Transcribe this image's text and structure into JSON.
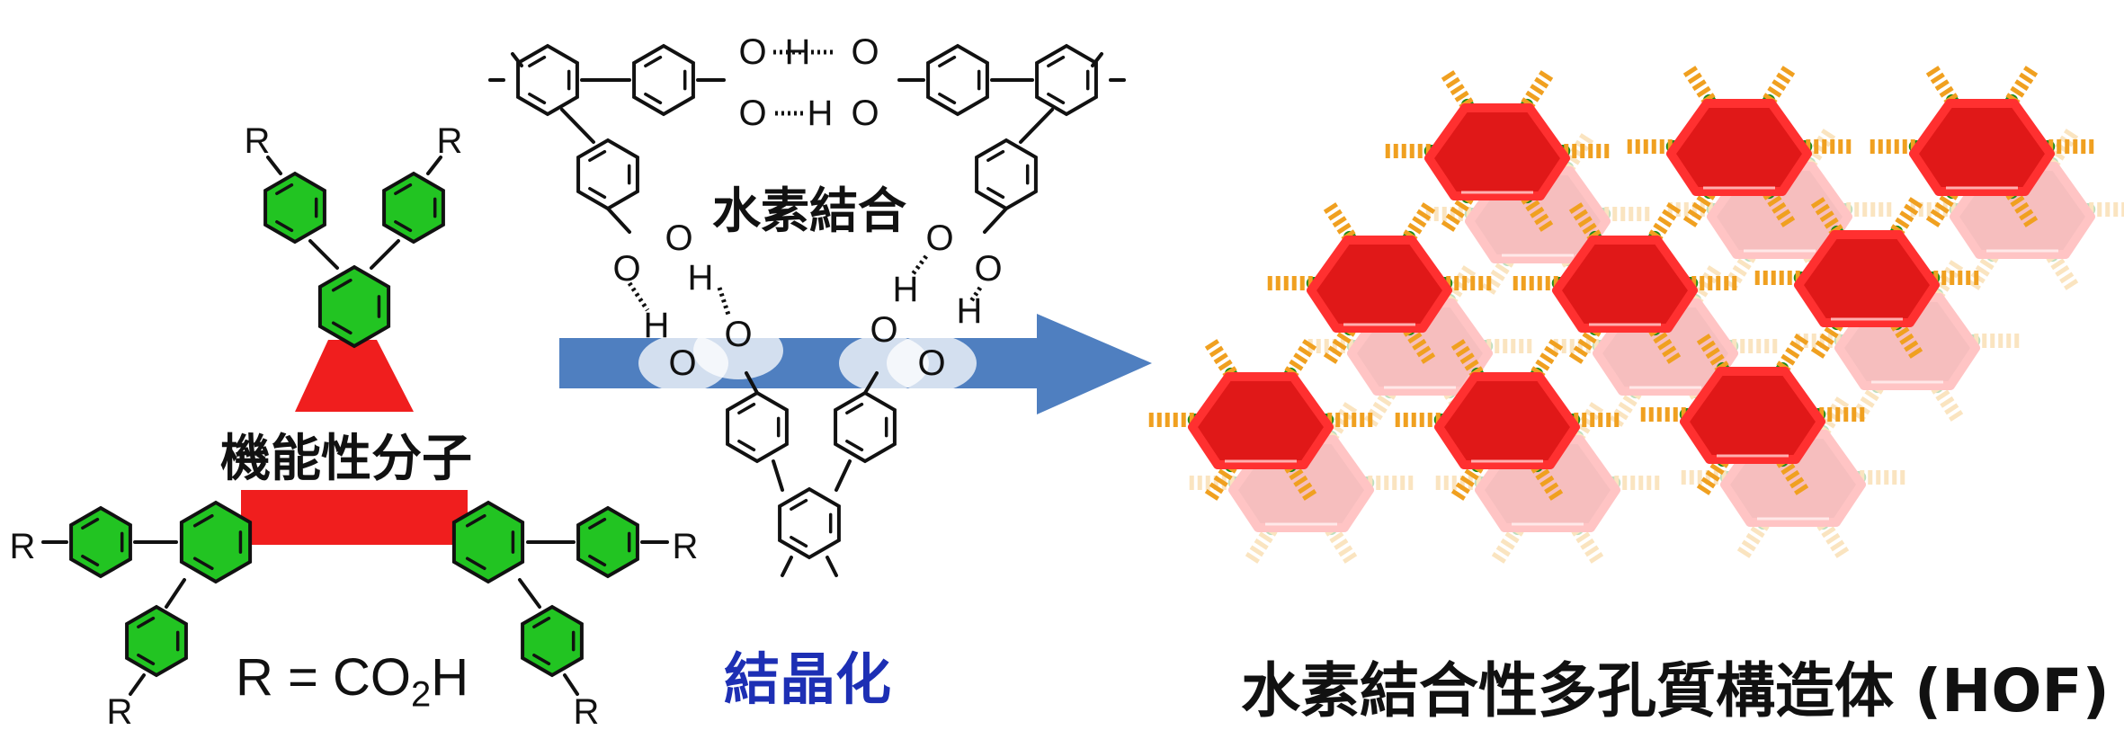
{
  "labels": {
    "functional_molecule": "機能性分子",
    "hydrogen_bond": "水素結合",
    "crystallization": "結晶化",
    "r_definition_prefix": "R = CO",
    "r_definition_sub": "2",
    "r_definition_suffix": "H",
    "hof_title": "水素結合性多孔質構造体 (HOF)"
  },
  "substituent_label": "R",
  "atom_labels": [
    "O",
    "H",
    "O",
    "H"
  ],
  "colors": {
    "ring_green": "#22c422",
    "core_red": "#f01e1e",
    "arrow_blue": "#4f7fc0",
    "crystal_text": "#1d2fb4",
    "linker_green": "#1a8a1a",
    "hbond_orange": "#f0a020"
  }
}
